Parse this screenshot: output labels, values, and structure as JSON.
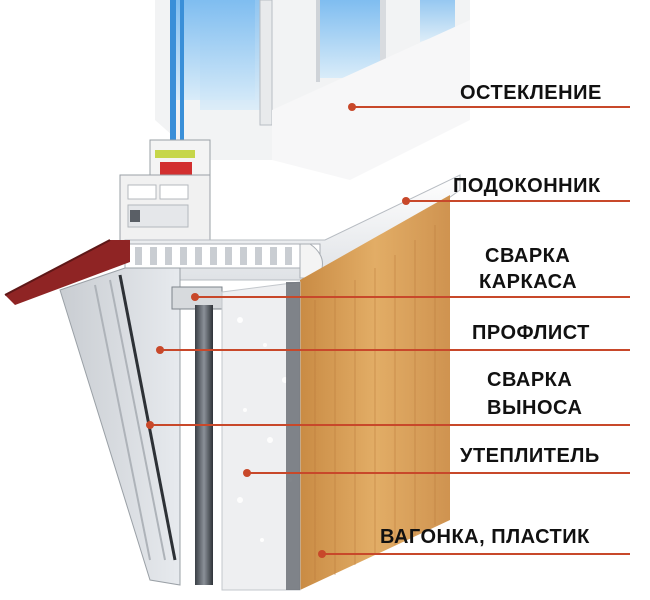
{
  "labels": {
    "glazing": "ОСТЕКЛЕНИЕ",
    "sill": "ПОДОКОННИК",
    "frame_weld_1": "СВАРКА",
    "frame_weld_2": "КАРКАСА",
    "profsheet": "ПРОФЛИСТ",
    "ext_weld_1": "СВАРКА",
    "ext_weld_2": "ВЫНОСА",
    "insulation": "УТЕПЛИТЕЛЬ",
    "lining": "ВАГОНКА, ПЛАСТИК"
  },
  "colors": {
    "leader": "#c8482a",
    "wood": "#d9a25a",
    "roof": "#8f2424",
    "foam": "#ecedef",
    "sky": "#9ecdf0",
    "pvc": "#f4f4f4"
  }
}
